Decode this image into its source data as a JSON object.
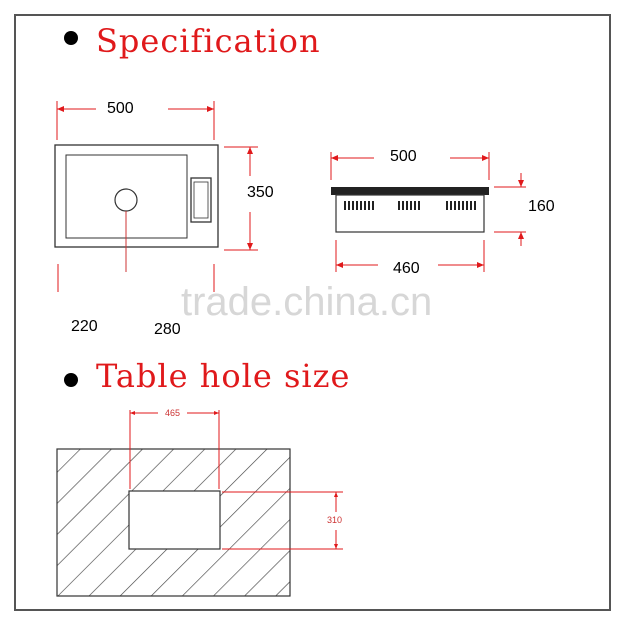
{
  "spec_section": {
    "heading": "Specification"
  },
  "front_view": {
    "width_label": "500",
    "height_label": "350",
    "offset_left_label": "220",
    "offset_right_label": "280"
  },
  "side_view": {
    "top_width_label": "500",
    "bottom_width_label": "460",
    "height_label": "160"
  },
  "table_section": {
    "heading": "Table hole size"
  },
  "table_hole": {
    "width_label": "465",
    "height_label": "310"
  },
  "watermark": {
    "text": "trade.china.cn"
  },
  "colors": {
    "heading": "#e0191b",
    "dimension_line": "#e0191b",
    "border": "#555555"
  }
}
